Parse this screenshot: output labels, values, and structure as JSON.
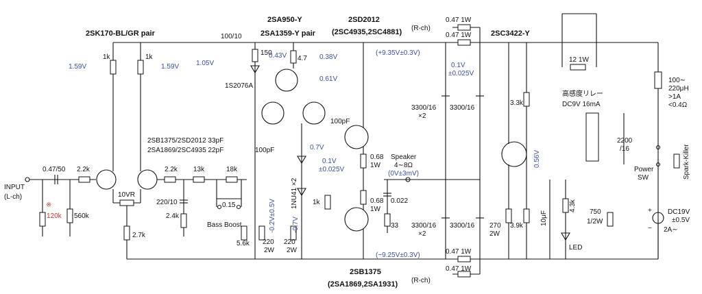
{
  "transistors": {
    "q_input": "2SK170-BL/GR pair",
    "q_vas": "2SA950-Y",
    "q_vas2": "2SA1359-Y pair",
    "q_top": "2SD2012",
    "q_top_sub": "(2SC4935,2SC4881)",
    "q_bot": "2SB1375",
    "q_bot_sub": "(2SA1869,2SA1931)",
    "q_reg": "2SC3422-Y"
  },
  "parts": {
    "r_load1": "1k",
    "r_load2": "1k",
    "c_100_10": "100/10",
    "r150": "150",
    "r47": "4.7",
    "d1s": "1S2076A",
    "r_r_top_a": "0.47 1W",
    "r_r_top_b": "0.47 1W",
    "r_ch_top": "(R-ch)",
    "r_ch_bot": "(R-ch)",
    "r_r_bot_a": "0.47 1W",
    "r_r_bot_b": "0.47 1W",
    "cap_047": "0.47/50",
    "r22k_a": "2.2k",
    "r22k_b": "2.2k",
    "r120k": "120k",
    "r_mark": "※",
    "r560k": "560k",
    "vr10": "10VR",
    "r27k": "2.7k",
    "c220": "220/10",
    "r24k": "2.4k",
    "r13k": "13k",
    "r18k": "18k",
    "c015": "0.15",
    "bass": "Bass Boost",
    "cap_33_a": "2SB1375/2SD2012 33pF",
    "cap_22": "2SA1869/2SC4935 22pF",
    "c100pf_a": "100pF",
    "c100pf_b": "100pF",
    "r56k": "5.6k",
    "r220a": "220",
    "r220a_w": "2W",
    "r220b": "220",
    "r220b_w": "2W",
    "diodes": "1NU41 ×2",
    "r068a": "0.68",
    "r068a_w": "1W",
    "r068b": "0.68",
    "r068b_w": "1W",
    "r1k": "1k",
    "c0022": "0.022",
    "r33": "33",
    "speaker": "Speaker",
    "speaker_z": "4∼8Ω",
    "speaker_off": "(0V±3mV)",
    "c3300_a": "3300/16",
    "c3300_a2": "×2",
    "c3300_b": "3300/16",
    "c3300_c": "3300/16",
    "c3300_c2": "×2",
    "c3300_d": "3300/16",
    "r270": "270",
    "r270_w": "2W",
    "r33k": "3.3k",
    "r39k": "3.9k",
    "c10uf": "10μF",
    "r43k": "4.3k",
    "led": "LED",
    "r12": "12 1W",
    "relay": "高感度リレー",
    "relay_spec": "DC9V 16mA",
    "c2200": "2200",
    "c2200_b": "/16",
    "r750": "750",
    "r750_w": "1/2W",
    "ind": "100∼",
    "ind2": "220μH",
    "ind3": ">1A",
    "ind4": "<0.4Ω",
    "power": "Power",
    "sw": "SW",
    "spark": "Spark-Killer",
    "dc": "DC19V",
    "dc2": "±0.5V",
    "dc3": "2A∼",
    "input": "INPUT",
    "input2": "(L-ch)",
    "plus": "+",
    "minus": "−"
  },
  "voltages": {
    "v159a": "1.59V",
    "v159b": "1.59V",
    "v105": "1.05V",
    "v043": "0.43V",
    "v038": "0.38V",
    "v061": "0.61V",
    "v935": "(+9.35V±0.3V)",
    "v01a": "0.1V",
    "v01a2": "±0.025V",
    "v07": "0.7V",
    "v01b": "0.1V",
    "v01b2": "±0.025V",
    "vm02": "-0.2V±0.5V",
    "vm07": "-0.7V",
    "vm925": "(−9.25V±0.3V)",
    "v056": "0.56V"
  },
  "colors": {
    "text": "#111111",
    "voltage": "#3b4f9a",
    "accent": "#c0392b"
  }
}
